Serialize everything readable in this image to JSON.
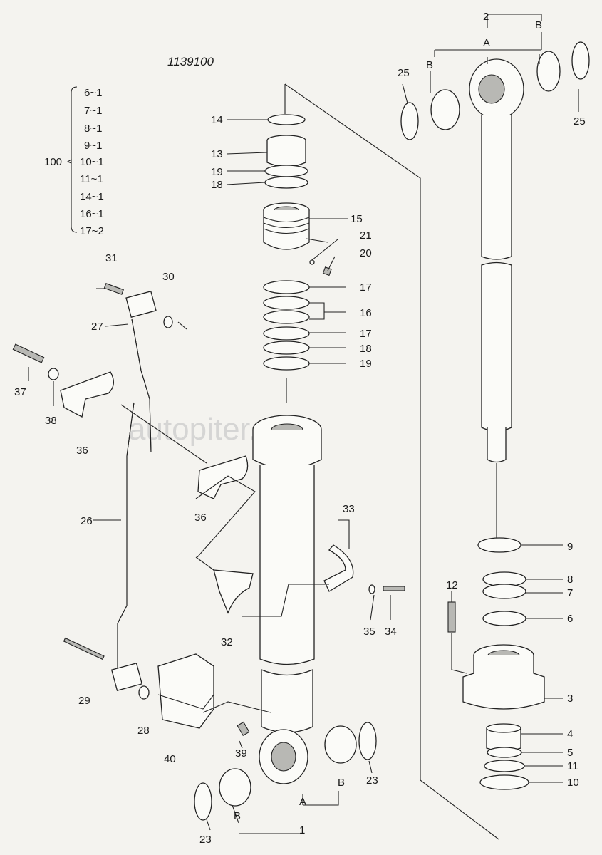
{
  "drawing_number": "1139100",
  "watermark": "autopiter.ru",
  "kit": {
    "number": "100",
    "items": [
      "6~1",
      "7~1",
      "8~1",
      "9~1",
      "10~1",
      "11~1",
      "14~1",
      "16~1",
      "17~2"
    ]
  },
  "callouts": {
    "c1": "1",
    "c2": "2",
    "c3": "3",
    "c4": "4",
    "c5": "5",
    "c6": "6",
    "c7": "7",
    "c8": "8",
    "c9": "9",
    "c10": "10",
    "c11": "11",
    "c12": "12",
    "c13": "13",
    "c14": "14",
    "c15": "15",
    "c16": "16",
    "c17a": "17",
    "c17b": "17",
    "c18a": "18",
    "c18b": "18",
    "c19a": "19",
    "c19b": "19",
    "c20": "20",
    "c21": "21",
    "c23a": "23",
    "c23b": "23",
    "c25a": "25",
    "c25b": "25",
    "c26": "26",
    "c27": "27",
    "c28": "28",
    "c29": "29",
    "c30": "30",
    "c31": "31",
    "c32": "32",
    "c33": "33",
    "c34": "34",
    "c35": "35",
    "c36a": "36",
    "c36b": "36",
    "c37": "37",
    "c38": "38",
    "c39": "39",
    "c40": "40",
    "bA1": "A",
    "bB1a": "B",
    "bB1b": "B",
    "bA2": "A",
    "bB2a": "B",
    "bB2b": "B"
  }
}
